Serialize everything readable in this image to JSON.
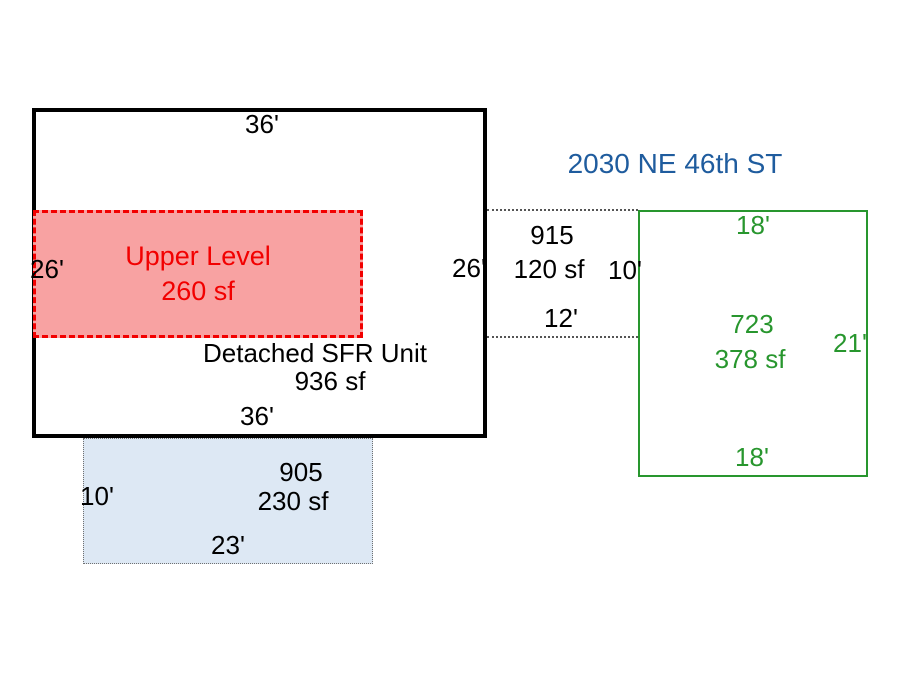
{
  "title": {
    "text": "2030 NE 46th ST",
    "color": "#1f5c9e"
  },
  "main_building": {
    "label": "Detached SFR Unit",
    "area": "936 sf",
    "dim_top": "36'",
    "dim_bottom": "36'",
    "dim_left": "26'",
    "dim_right": "26'"
  },
  "upper_level": {
    "label": "Upper Level",
    "area": "260 sf",
    "line_color": "#f20000",
    "fill_color": "#f8a2a2"
  },
  "connector": {
    "id": "915",
    "area": "120 sf",
    "dim_height": "10'",
    "dim_width": "12'"
  },
  "green_unit": {
    "id": "723",
    "area": "378 sf",
    "dim_top": "18'",
    "dim_bottom": "18'",
    "dim_right": "21'",
    "line_color": "#28962e"
  },
  "blue_unit": {
    "id": "905",
    "area": "230 sf",
    "dim_left": "10'",
    "dim_bottom": "23'",
    "fill_color": "#dde8f4"
  }
}
